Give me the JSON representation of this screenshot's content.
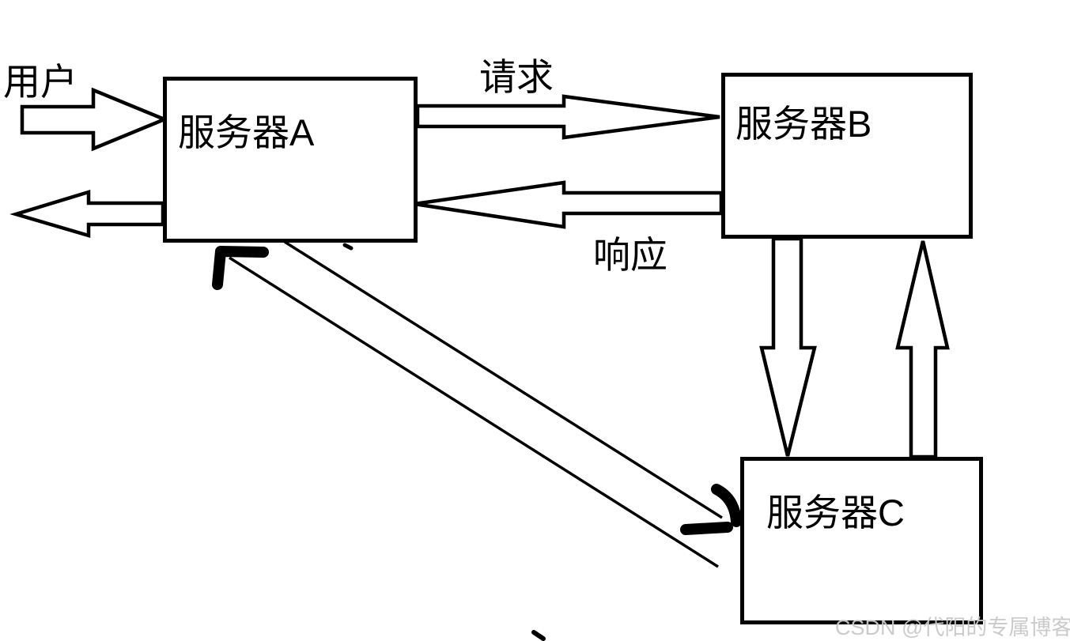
{
  "diagram": {
    "title_context": "server-forwarding-diagram",
    "nodes": {
      "server_a": {
        "label": "服务器A"
      },
      "server_b": {
        "label": "服务器B"
      },
      "server_c": {
        "label": "服务器C"
      }
    },
    "labels": {
      "user": "用户",
      "request": "请求",
      "response": "响应"
    },
    "arrows": [
      {
        "name": "user-input-arrow",
        "from": "用户",
        "to": "服务器A",
        "style": "block",
        "direction": "right"
      },
      {
        "name": "user-output-arrow",
        "from": "服务器A",
        "to": "outside-left",
        "style": "block",
        "direction": "left"
      },
      {
        "name": "request-arrow",
        "from": "服务器A",
        "to": "服务器B",
        "style": "block",
        "direction": "right",
        "label": "请求"
      },
      {
        "name": "response-arrow",
        "from": "服务器B",
        "to": "服务器A",
        "style": "block",
        "direction": "left",
        "label": "响应"
      },
      {
        "name": "b-to-c-arrow",
        "from": "服务器B",
        "to": "服务器C",
        "style": "block",
        "direction": "down"
      },
      {
        "name": "c-to-b-arrow",
        "from": "服务器C",
        "to": "服务器B",
        "style": "block",
        "direction": "up"
      },
      {
        "name": "a-c-diagonal-link",
        "from": "服务器A",
        "to": "服务器C",
        "style": "double-thin-line with hand-drawn marker arrowheads at both ends"
      }
    ],
    "watermark": "CSDN @代阳的专属博客",
    "colors": {
      "stroke": "#000000",
      "background": "#ffffff",
      "watermark": "#c9c9c9"
    }
  }
}
